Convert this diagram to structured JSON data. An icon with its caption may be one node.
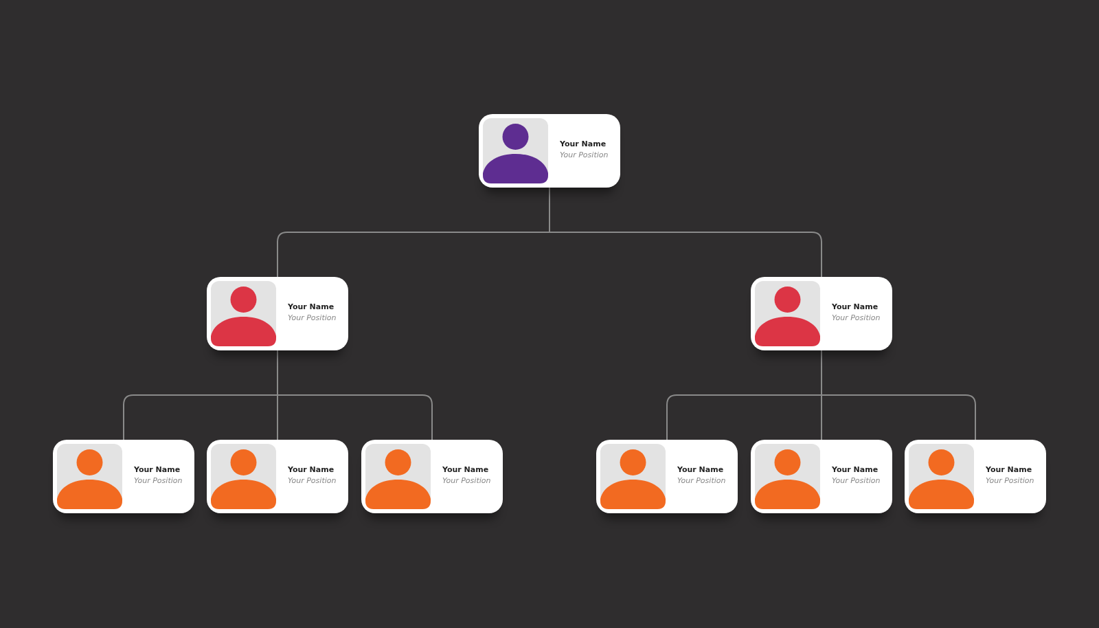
{
  "diagram": {
    "nodes": [
      {
        "text": [
          "Your Name",
          "Your Position"
        ]
      },
      {
        "text": [
          "Your Name",
          "Your Position"
        ]
      },
      {
        "text": [
          "Your Name",
          "Your Position"
        ]
      },
      {
        "text": [
          "Your Name",
          "Your Position"
        ]
      },
      {
        "text": [
          "Your Name",
          "Your Position"
        ]
      },
      {
        "text": [
          "Your Name",
          "Your Position"
        ]
      },
      {
        "text": [
          "Your Name",
          "Your Position"
        ]
      },
      {
        "text": [
          "Your Name",
          "Your Position"
        ]
      },
      {
        "text": [
          "Your Name",
          "Your Position"
        ]
      }
    ],
    "edges": [
      {
        "from": 0,
        "to": 1,
        "arrow": "none"
      },
      {
        "from": 0,
        "to": 2,
        "arrow": "none"
      },
      {
        "from": 1,
        "to": 3,
        "arrow": "none"
      },
      {
        "from": 1,
        "to": 4,
        "arrow": "none"
      },
      {
        "from": 1,
        "to": 5,
        "arrow": "none"
      },
      {
        "from": 2,
        "to": 6,
        "arrow": "none"
      },
      {
        "from": 2,
        "to": 7,
        "arrow": "none"
      },
      {
        "from": 2,
        "to": 8,
        "arrow": "none"
      }
    ]
  }
}
